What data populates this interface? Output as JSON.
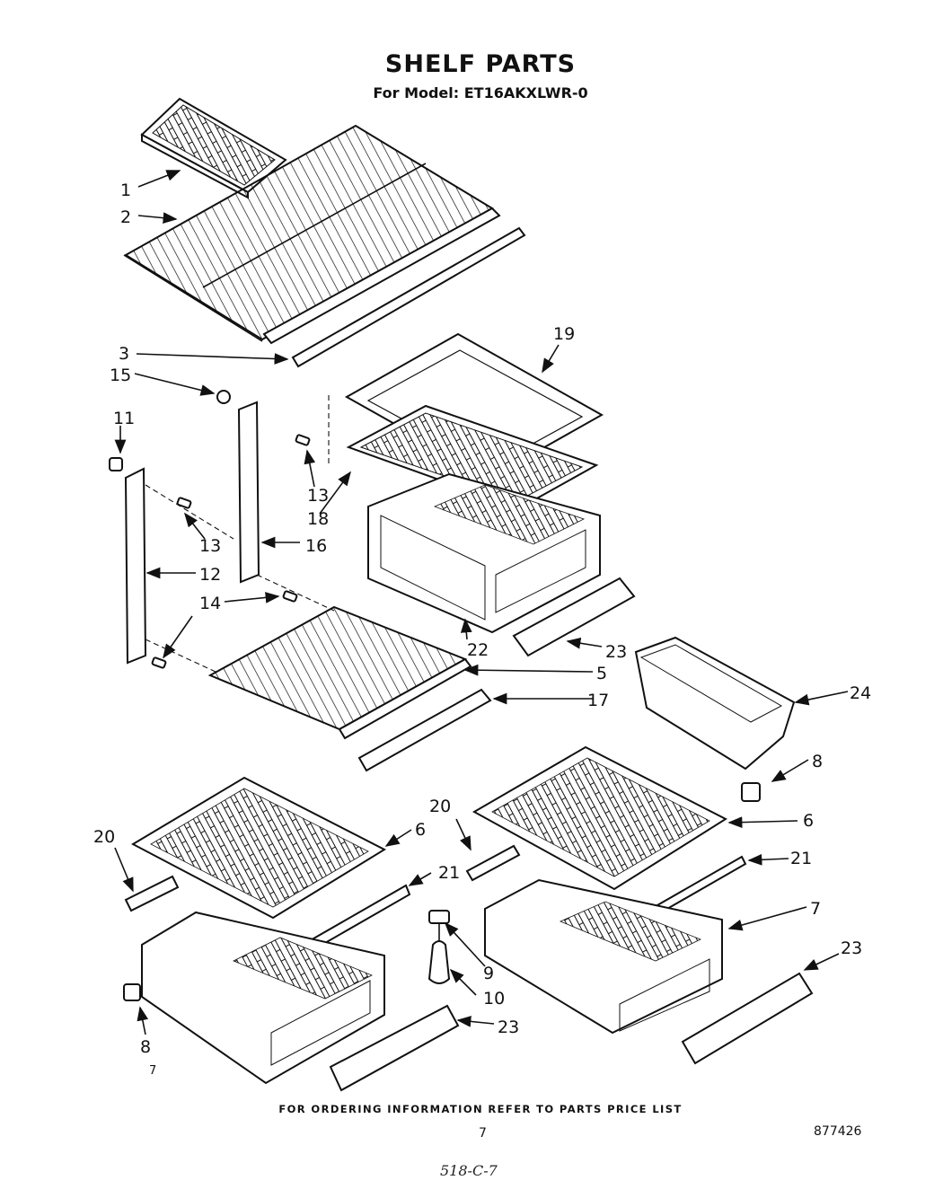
{
  "header": {
    "title": "SHELF PARTS",
    "model": "For Model: ET16AKXLWR-0"
  },
  "callouts": [
    "1",
    "2",
    "3",
    "15",
    "11",
    "13",
    "18",
    "13",
    "16",
    "12",
    "14",
    "19",
    "22",
    "23",
    "5",
    "17",
    "24",
    "8",
    "20",
    "6",
    "20",
    "6",
    "21",
    "21",
    "7",
    "9",
    "10",
    "23",
    "8",
    "7",
    "23"
  ],
  "footer": {
    "note": "FOR ORDERING INFORMATION REFER TO PARTS PRICE LIST",
    "page": "7",
    "doc_number": "877426",
    "handwritten": "518-C-7"
  }
}
